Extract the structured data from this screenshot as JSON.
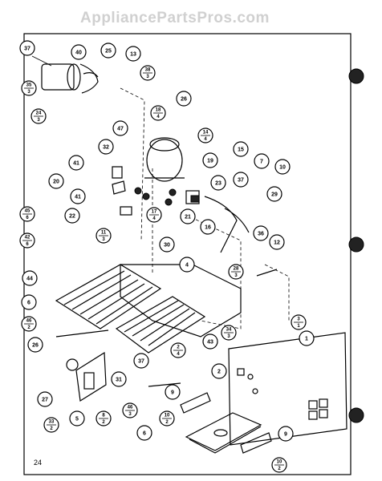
{
  "watermark": "AppliancePartsPros.com",
  "page_number": "24",
  "callouts": [
    {
      "id": "c37a",
      "label": "37"
    },
    {
      "id": "c40",
      "label": "40"
    },
    {
      "id": "c25",
      "label": "25"
    },
    {
      "id": "c13",
      "label": "13"
    },
    {
      "id": "c35",
      "label": "35/3"
    },
    {
      "id": "c24",
      "label": "24/3"
    },
    {
      "id": "c38",
      "label": "38/3"
    },
    {
      "id": "c26a",
      "label": "26"
    },
    {
      "id": "c18",
      "label": "18/4"
    },
    {
      "id": "c47",
      "label": "47"
    },
    {
      "id": "c14",
      "label": "14/4"
    },
    {
      "id": "c15",
      "label": "15"
    },
    {
      "id": "c7",
      "label": "7"
    },
    {
      "id": "c10a",
      "label": "10"
    },
    {
      "id": "c32",
      "label": "32"
    },
    {
      "id": "c19",
      "label": "19"
    },
    {
      "id": "c37b",
      "label": "37"
    },
    {
      "id": "c41a",
      "label": "41"
    },
    {
      "id": "c20",
      "label": "20"
    },
    {
      "id": "c41b",
      "label": "41"
    },
    {
      "id": "c23",
      "label": "23"
    },
    {
      "id": "c29",
      "label": "29"
    },
    {
      "id": "c22",
      "label": "22"
    },
    {
      "id": "c17",
      "label": "17/4"
    },
    {
      "id": "c21",
      "label": "21"
    },
    {
      "id": "c16",
      "label": "16"
    },
    {
      "id": "c45",
      "label": "45/6"
    },
    {
      "id": "c11",
      "label": "11/3"
    },
    {
      "id": "c42",
      "label": "42/6"
    },
    {
      "id": "c30",
      "label": "30"
    },
    {
      "id": "c36",
      "label": "36"
    },
    {
      "id": "c12",
      "label": "12"
    },
    {
      "id": "c4",
      "label": "4"
    },
    {
      "id": "c28",
      "label": "28/3"
    },
    {
      "id": "c44",
      "label": "44"
    },
    {
      "id": "c6a",
      "label": "6"
    },
    {
      "id": "c46a",
      "label": "46/2"
    },
    {
      "id": "c34",
      "label": "34/3"
    },
    {
      "id": "c3",
      "label": "3/1"
    },
    {
      "id": "c43",
      "label": "43"
    },
    {
      "id": "c1",
      "label": "1"
    },
    {
      "id": "c26b",
      "label": "26"
    },
    {
      "id": "c2a",
      "label": "2/4"
    },
    {
      "id": "c37c",
      "label": "37"
    },
    {
      "id": "c31",
      "label": "31"
    },
    {
      "id": "c2b",
      "label": "2"
    },
    {
      "id": "c27",
      "label": "27"
    },
    {
      "id": "c9a",
      "label": "9"
    },
    {
      "id": "c46b",
      "label": "46/3"
    },
    {
      "id": "c33",
      "label": "33/2"
    },
    {
      "id": "c5",
      "label": "5"
    },
    {
      "id": "c8",
      "label": "8/2"
    },
    {
      "id": "c6b",
      "label": "6"
    },
    {
      "id": "c10b",
      "label": "10/2"
    },
    {
      "id": "c9b",
      "label": "9"
    },
    {
      "id": "c10c",
      "label": "10/2"
    }
  ]
}
